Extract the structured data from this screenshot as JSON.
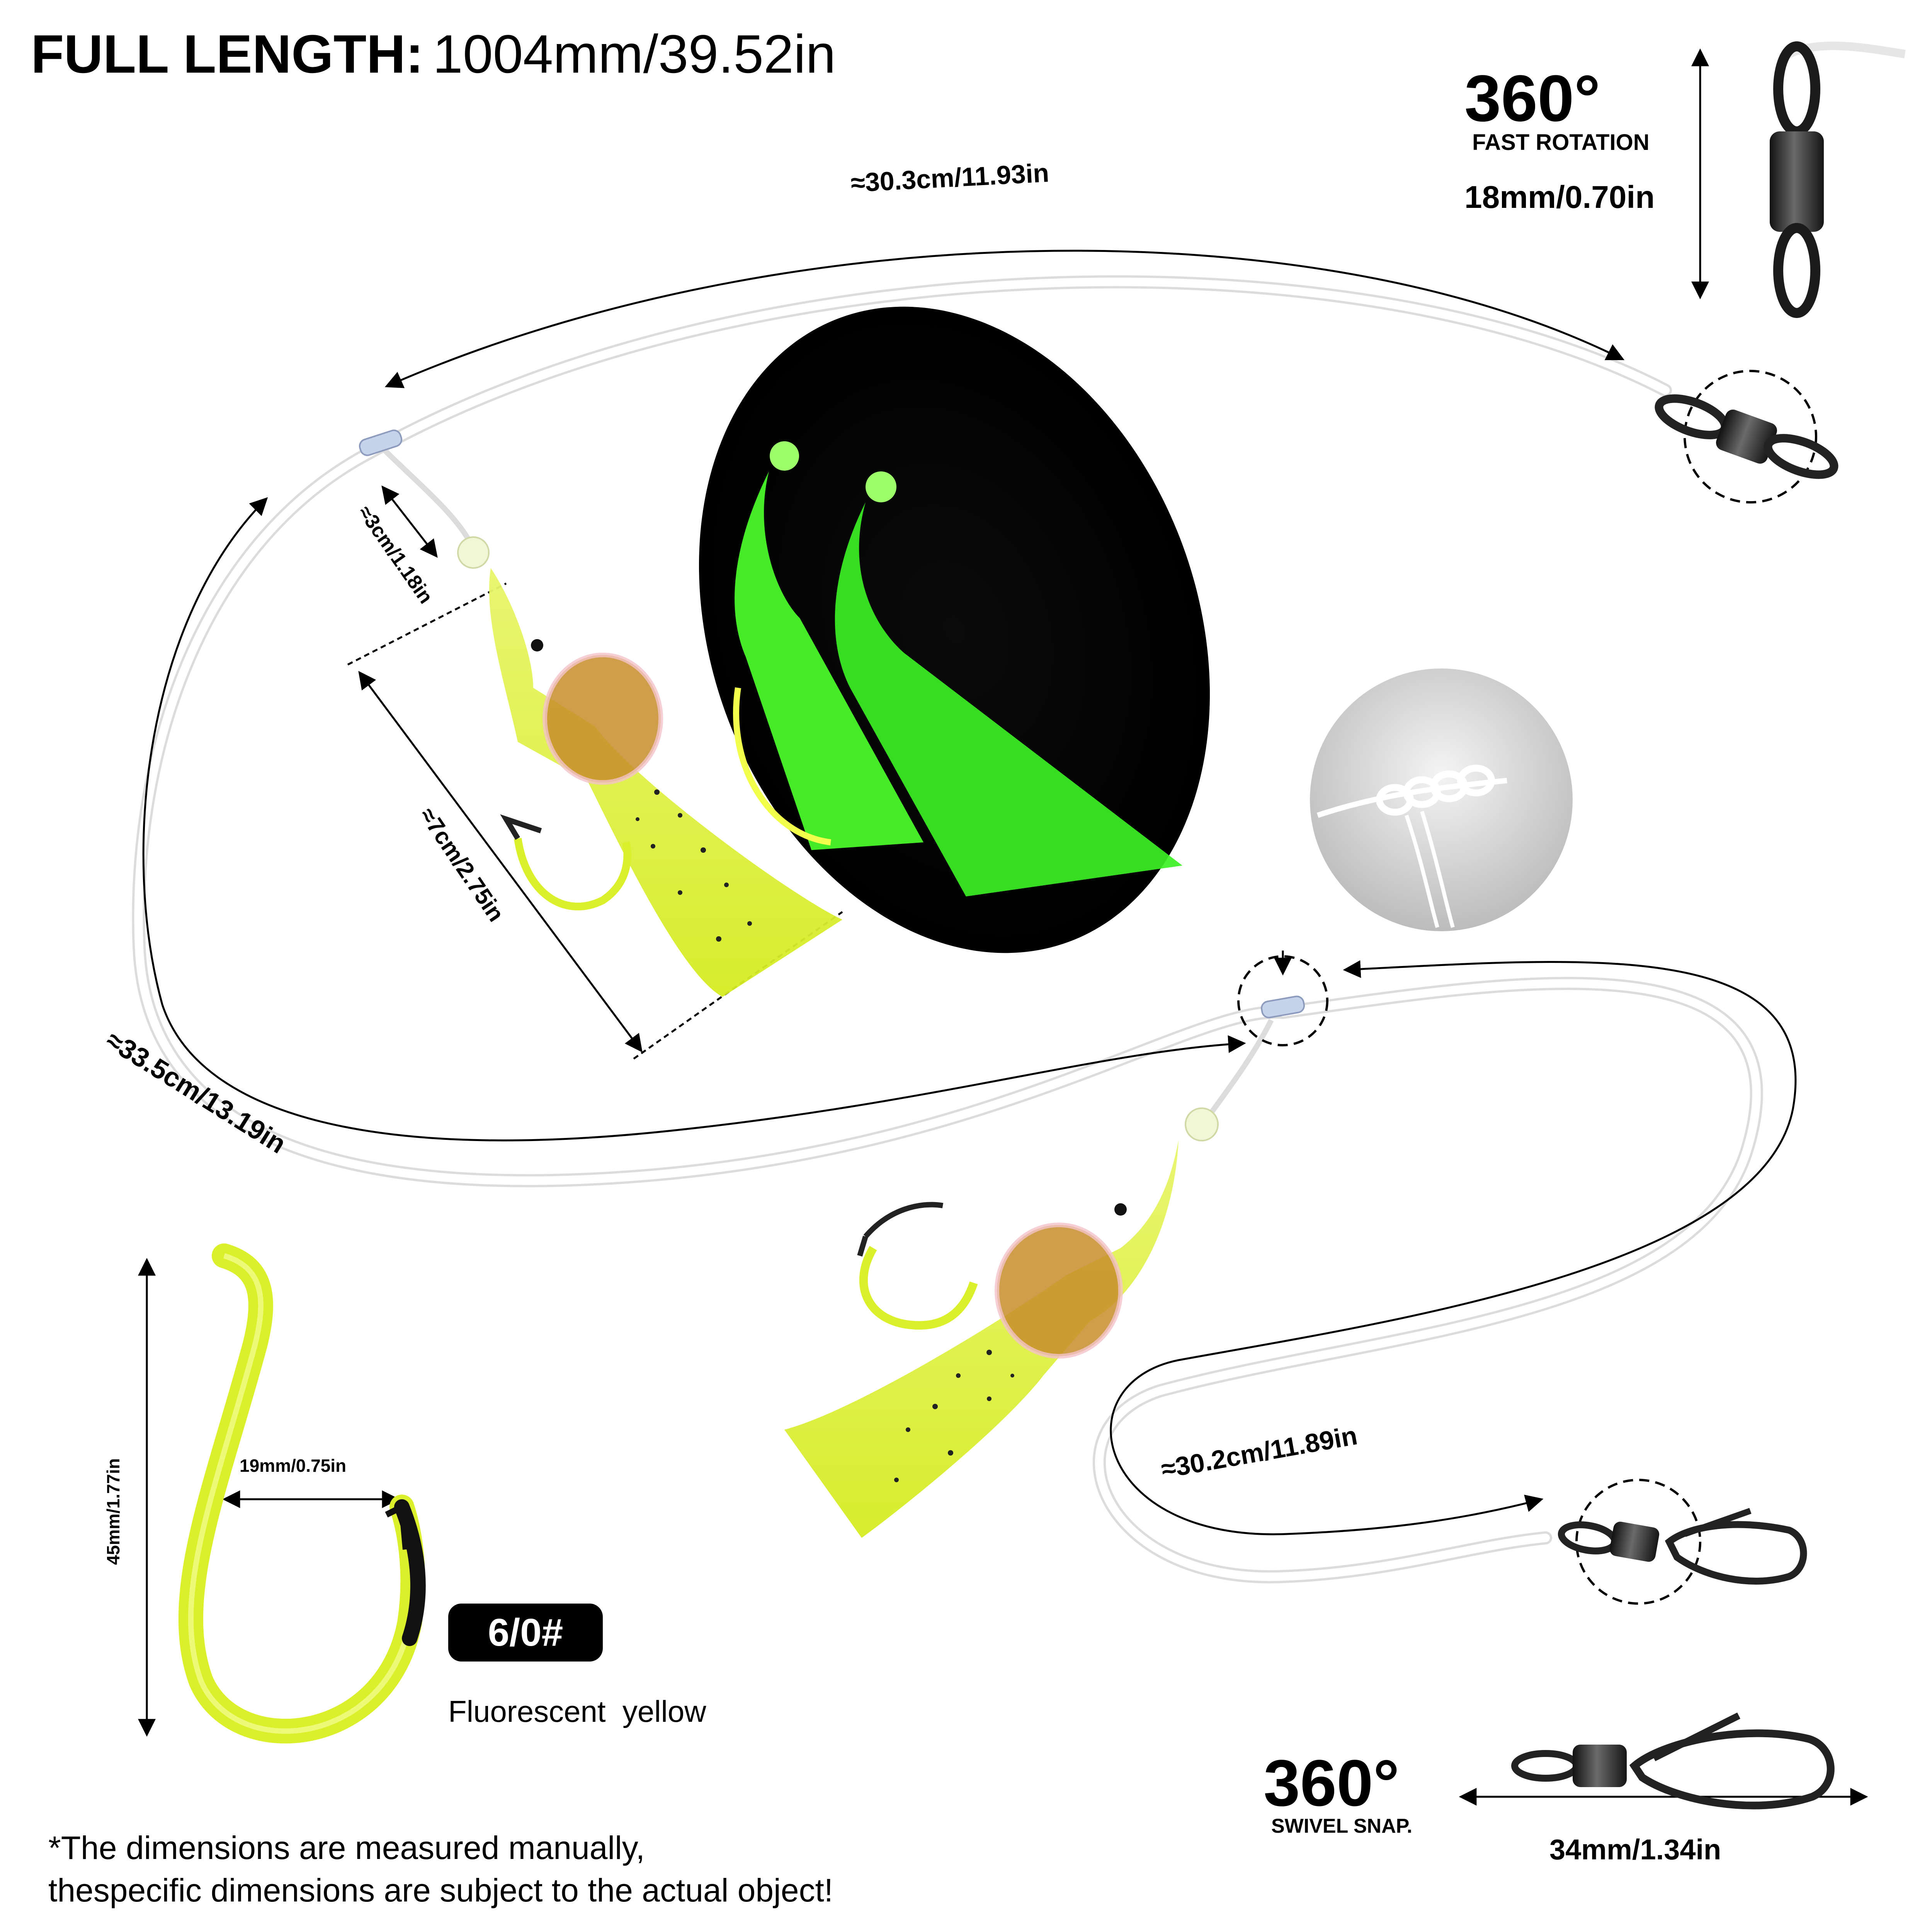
{
  "header": {
    "full_length_label": "FULL LENGTH:",
    "full_length_value": "1004mm/39.52in"
  },
  "swivel": {
    "degrees": "360°",
    "caption": "FAST ROTATION",
    "size": "18mm/0.70in"
  },
  "dimensions": {
    "top_leader": "≈30.3cm/11.93in",
    "knot_to_bead": "≈3cm/1.18in",
    "skirt_length": "≈7cm/2.75in",
    "main_leader": "≈33.5cm/13.19in",
    "bottom_leader": "≈30.2cm/11.89in"
  },
  "hook": {
    "height": "45mm/1.77in",
    "gap": "19mm/0.75in",
    "size_badge": "6/0#",
    "color_label": "Fluorescent  yellow"
  },
  "swivel_snap": {
    "degrees": "360°",
    "caption": "SWIVEL SNAP.",
    "size": "34mm/1.34in"
  },
  "footnote": {
    "line1": "*The dimensions are measured manually,",
    "line2": "thespecific dimensions are subject to the actual object!"
  },
  "colors": {
    "fluorescent_yellow": "#dbef2a",
    "glow_green": "#4cff2b",
    "line_white": "#ffffff",
    "swivel_metal": "#2b2b2b"
  }
}
